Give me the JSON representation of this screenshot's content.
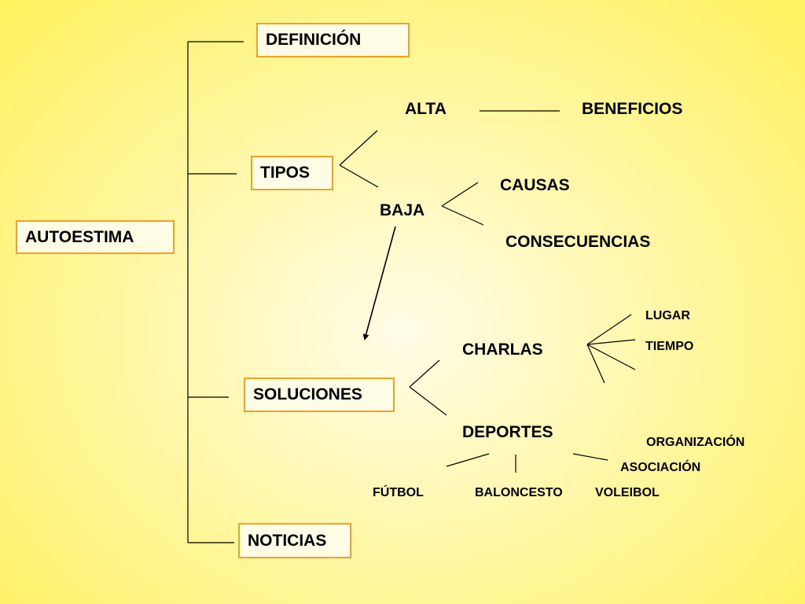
{
  "root": {
    "label": "AUTOESTIMA"
  },
  "branches": {
    "definicion": "DEFINICIÓN",
    "tipos": "TIPOS",
    "soluciones": "SOLUCIONES",
    "noticias": "NOTICIAS"
  },
  "tipos": {
    "alta": "ALTA",
    "beneficios": "BENEFICIOS",
    "baja": "BAJA",
    "causas": "CAUSAS",
    "consecuencias": "CONSECUENCIAS"
  },
  "soluciones": {
    "charlas": "CHARLAS",
    "lugar": "LUGAR",
    "tiempo": "TIEMPO",
    "deportes": "DEPORTES",
    "organizacion": "ORGANIZACIÓN",
    "asociacion": "ASOCIACIÓN",
    "futbol": "FÚTBOL",
    "baloncesto": "BALONCESTO",
    "voleibol": "VOLEIBOL"
  },
  "colors": {
    "box_border": "#f5a020",
    "box_fill": "#fffde6",
    "background_edge": "#fff25e"
  }
}
